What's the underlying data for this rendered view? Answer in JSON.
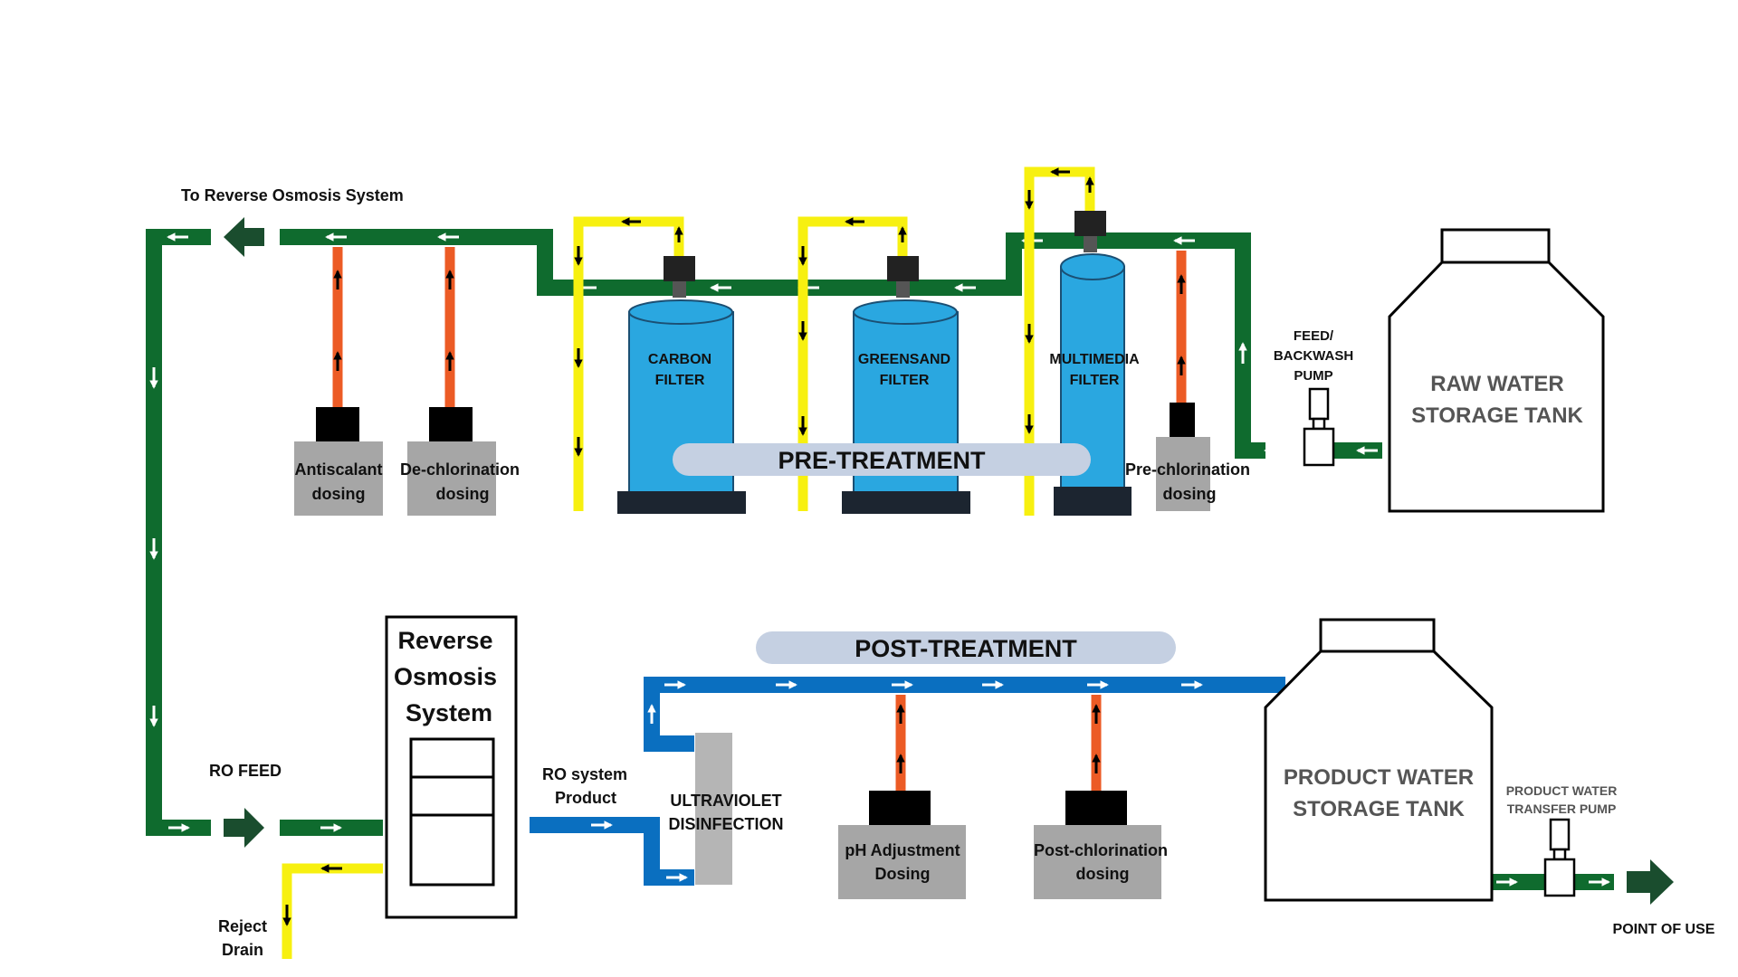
{
  "title_to_ro": "To Reverse Osmosis System",
  "pretreatment": {
    "banner": "PRE-TREATMENT",
    "carbon": [
      "CARBON",
      "FILTER"
    ],
    "greensand": [
      "GREENSAND",
      "FILTER"
    ],
    "multimedia": [
      "MULTIMEDIA",
      "FILTER"
    ],
    "antiscalant": [
      "Antiscalant",
      "dosing"
    ],
    "dechlorination": [
      "De-chlorination",
      "dosing"
    ],
    "prechlorination": [
      "Pre-chlorination",
      "dosing"
    ],
    "pump": [
      "FEED/",
      "BACKWASH",
      "PUMP"
    ],
    "raw_tank": [
      "RAW WATER",
      "STORAGE TANK"
    ]
  },
  "ro": {
    "feed": "RO FEED",
    "system": [
      "Reverse",
      "Osmosis",
      "System"
    ],
    "reject": [
      "Reject",
      "Drain"
    ],
    "product": [
      "RO system",
      "Product"
    ]
  },
  "posttreatment": {
    "banner": "POST-TREATMENT",
    "uv": [
      "ULTRAVIOLET",
      "DISINFECTION"
    ],
    "ph": [
      "pH Adjustment",
      "Dosing"
    ],
    "postchlor": [
      "Post-chlorination",
      "dosing"
    ],
    "product_tank": [
      "PRODUCT WATER",
      "STORAGE TANK"
    ],
    "transfer_pump": [
      "PRODUCT WATER",
      "TRANSFER PUMP"
    ],
    "point_of_use": "POINT OF USE"
  },
  "colors": {
    "green_pipe": "#0f6b2e",
    "yellow_pipe": "#f7f010",
    "blue_pipe": "#0a6fc0",
    "orange_pipe": "#ec5b25",
    "filter_blue": "#2aa7e0",
    "dosing_gray": "#a6a6a6",
    "banner": "#c5d0e2"
  }
}
